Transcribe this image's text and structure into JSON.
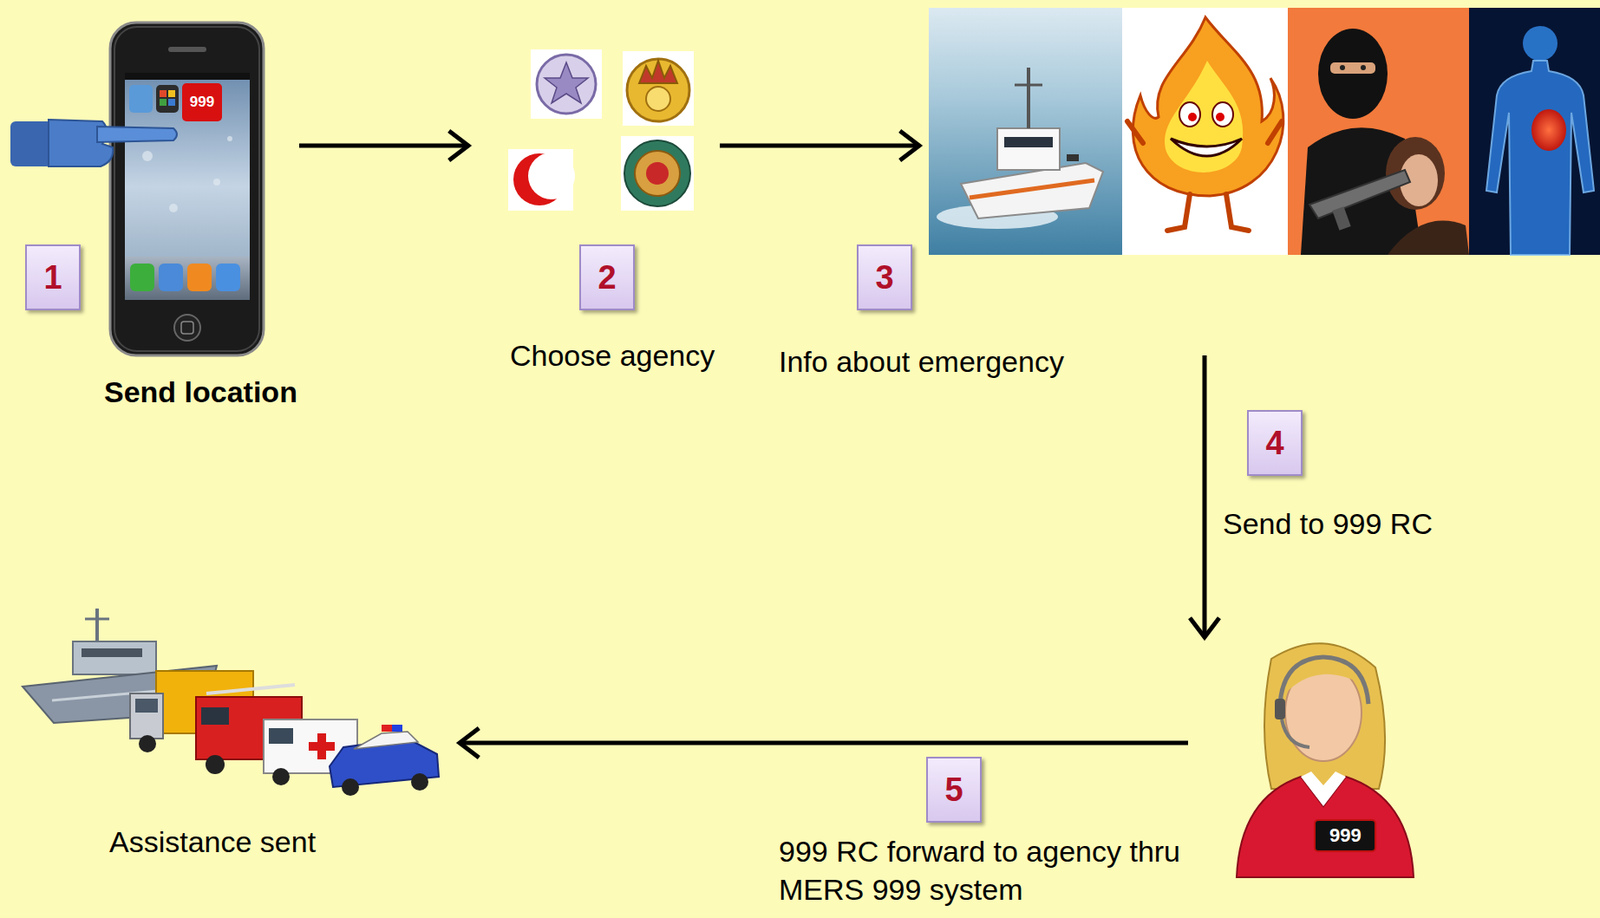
{
  "diagram": {
    "nodes": [
      {
        "text": [
          "Send location"
        ]
      },
      {
        "text": [
          "Choose agency"
        ]
      },
      {
        "text": [
          "Info about emergency"
        ]
      },
      {
        "text": [
          "999"
        ]
      },
      {
        "text": [
          "Assistance sent"
        ]
      }
    ],
    "edges": [
      {
        "from": 0,
        "to": 1,
        "arrow": "to"
      },
      {
        "from": 1,
        "to": 2,
        "arrow": "to"
      },
      {
        "from": 2,
        "to": 3,
        "label": "Send to 999 RC",
        "arrow": "to"
      },
      {
        "from": 3,
        "to": 4,
        "label": "999 RC forward to agency thru MERS 999 system",
        "arrow": "to"
      }
    ],
    "labels": [
      "1",
      "2",
      "3",
      "4",
      "5",
      "999"
    ]
  }
}
